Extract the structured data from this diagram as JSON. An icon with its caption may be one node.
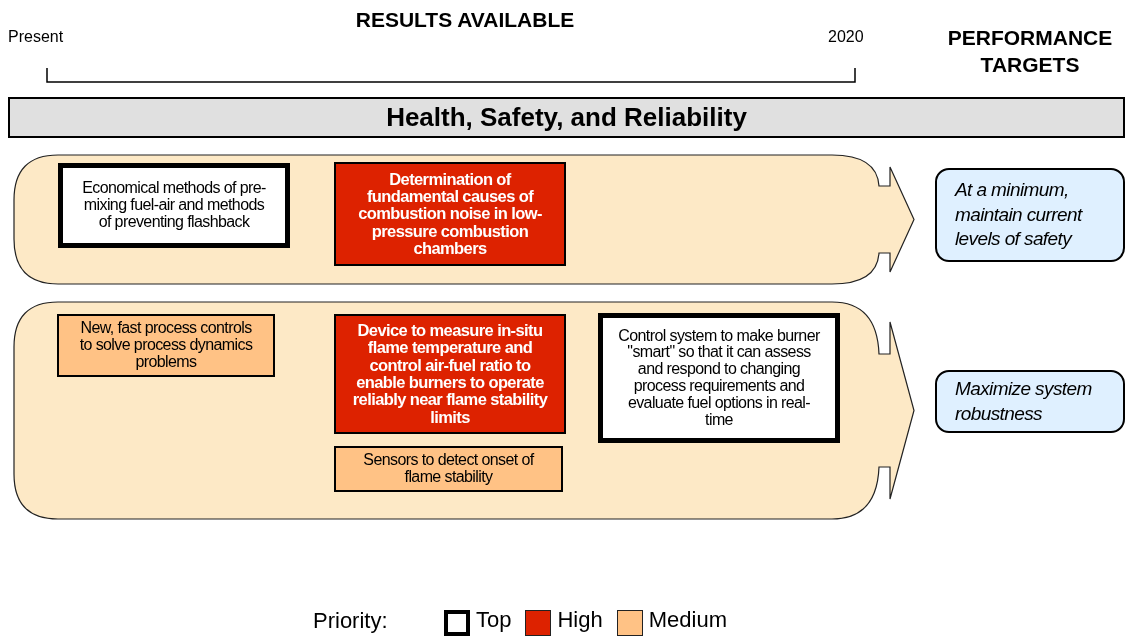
{
  "diagram": {
    "nodes": [
      {
        "text": [
          "Health, Safety, and Reliability"
        ]
      },
      {
        "text": [],
        "shape": "arrow"
      },
      {
        "text": [
          "Economical methods of pre-mixing fuel-air and methods of preventing flashback"
        ],
        "in": 1
      },
      {
        "text": [
          "Determination of fundamental causes of combustion noise in low-pressure combustion chambers"
        ],
        "in": 1
      },
      {
        "text": [],
        "shape": "arrow"
      },
      {
        "text": [
          "New, fast process controls to solve process dynamics problems"
        ],
        "in": 4
      },
      {
        "text": [
          "Device to measure in-situ flame temperature and control air-fuel ratio to enable burners to operate reliably near flame stability limits"
        ],
        "in": 4
      },
      {
        "text": [
          "Sensors to detect onset of flame stability"
        ],
        "in": 4
      },
      {
        "text": [
          "Control system to make burner \"smart\" so that it can assess and respond to changing process requirements and evaluate fuel options in real-time"
        ],
        "in": 4
      },
      {
        "text": [
          "At a minimum, maintain current levels of safety"
        ]
      },
      {
        "text": [
          "Maximize system robustness"
        ]
      }
    ],
    "labels": [
      "Present",
      "RESULTS AVAILABLE",
      "2020",
      "PERFORMANCE TARGETS",
      "Priority:"
    ],
    "legend": [
      {
        "text": "Top"
      },
      {
        "text": "High",
        "color": "#dd2200"
      },
      {
        "text": "Medium",
        "color": "#ffc285"
      }
    ]
  }
}
